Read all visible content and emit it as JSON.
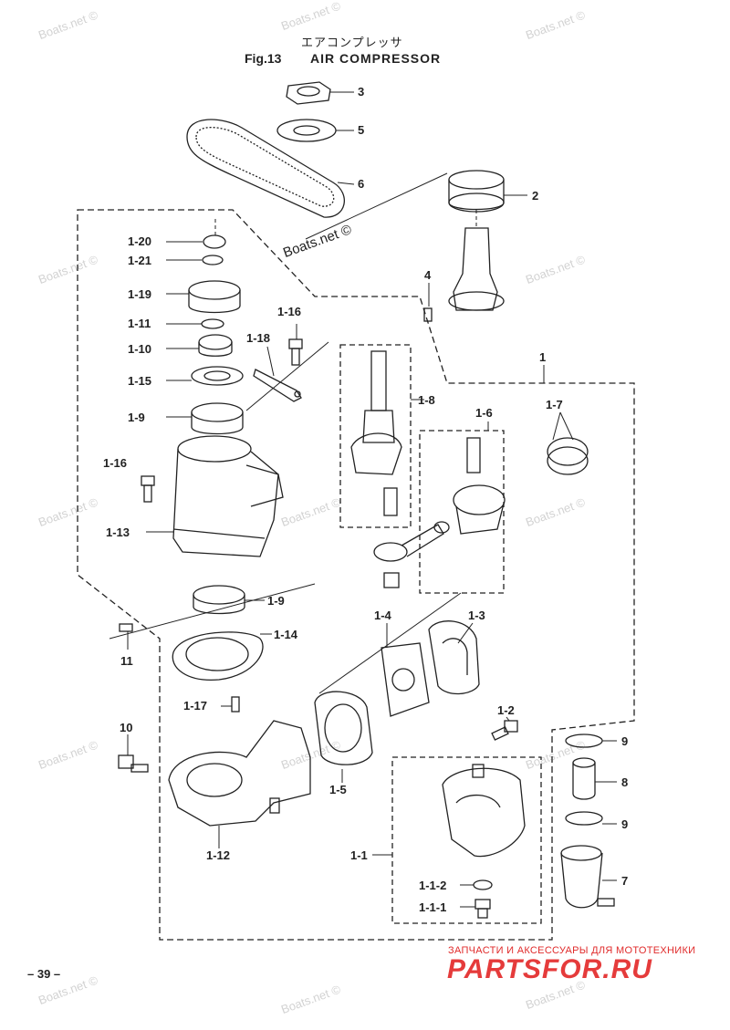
{
  "header": {
    "title_jp": "エアコンプレッサ",
    "fig_number": "Fig.13",
    "title": "AIR COMPRESSOR"
  },
  "watermark": {
    "text": "Boats.net ©"
  },
  "parts": [
    {
      "id": "3"
    },
    {
      "id": "5"
    },
    {
      "id": "6"
    },
    {
      "id": "2"
    },
    {
      "id": "4"
    },
    {
      "id": "1"
    },
    {
      "id": "1-20"
    },
    {
      "id": "1-21"
    },
    {
      "id": "1-19"
    },
    {
      "id": "1-11"
    },
    {
      "id": "1-10"
    },
    {
      "id": "1-15"
    },
    {
      "id": "1-9"
    },
    {
      "id": "1-16"
    },
    {
      "id": "1-18"
    },
    {
      "id": "1-16"
    },
    {
      "id": "1-8"
    },
    {
      "id": "1-6"
    },
    {
      "id": "1-7"
    },
    {
      "id": "1-13"
    },
    {
      "id": "1-9"
    },
    {
      "id": "1-14"
    },
    {
      "id": "11"
    },
    {
      "id": "1-4"
    },
    {
      "id": "1-3"
    },
    {
      "id": "1-2"
    },
    {
      "id": "1-17"
    },
    {
      "id": "10"
    },
    {
      "id": "1-5"
    },
    {
      "id": "9"
    },
    {
      "id": "8"
    },
    {
      "id": "9"
    },
    {
      "id": "1-12"
    },
    {
      "id": "1-1"
    },
    {
      "id": "7"
    },
    {
      "id": "1-1-2"
    },
    {
      "id": "1-1-1"
    }
  ],
  "footer": {
    "page_number": "– 39 –",
    "shop_tagline": "ЗАПЧАСТИ И АКСЕССУАРЫ ДЛЯ МОТОТЕХНИКИ",
    "shop_logo": "PARTSFOR.RU"
  }
}
